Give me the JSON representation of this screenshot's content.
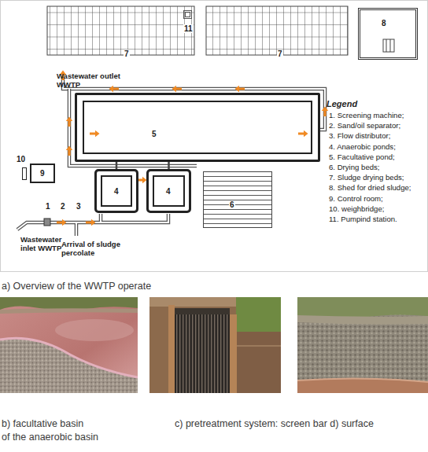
{
  "diagram": {
    "nodes": [
      {
        "text": [
          "7"
        ]
      },
      {
        "text": [
          "7"
        ]
      },
      {
        "text": [
          "11"
        ]
      },
      {
        "text": [
          "8"
        ]
      },
      {
        "text": [
          "5"
        ]
      },
      {
        "text": [
          "4"
        ]
      },
      {
        "text": [
          "4"
        ]
      },
      {
        "text": [
          "6"
        ]
      },
      {
        "text": [
          "9"
        ]
      },
      {
        "text": [
          "10"
        ]
      }
    ],
    "edges": [
      {
        "from": 5,
        "to": 4,
        "arrow": "none"
      },
      {
        "from": 6,
        "to": 4,
        "arrow": "none"
      }
    ],
    "labels": [
      "Wastewater outlet WWTP",
      "Legend",
      "1",
      "2",
      "3",
      "Wastewater inlet WWTP",
      "Arrival of sludge percolate",
      "a) Overview of the WWTP operate",
      "b) facultative basin",
      "c) pretreatment system: screen bar d) surface",
      "of the anaerobic basin"
    ],
    "legend": [
      {
        "text": "1. Screening machine;"
      },
      {
        "text": "2. Sand/oil separator;"
      },
      {
        "text": "3. Flow distributor;"
      },
      {
        "text": "4. Anaerobic ponds;"
      },
      {
        "text": "5. Facultative pond;"
      },
      {
        "text": "6. Drying beds;"
      },
      {
        "text": "7. Sludge drying beds;"
      },
      {
        "text": "8. Shed for dried sludge;"
      },
      {
        "text": "9. Control room;"
      },
      {
        "text": "10. weighbridge;"
      },
      {
        "text": "11. Pumpind station."
      }
    ]
  }
}
